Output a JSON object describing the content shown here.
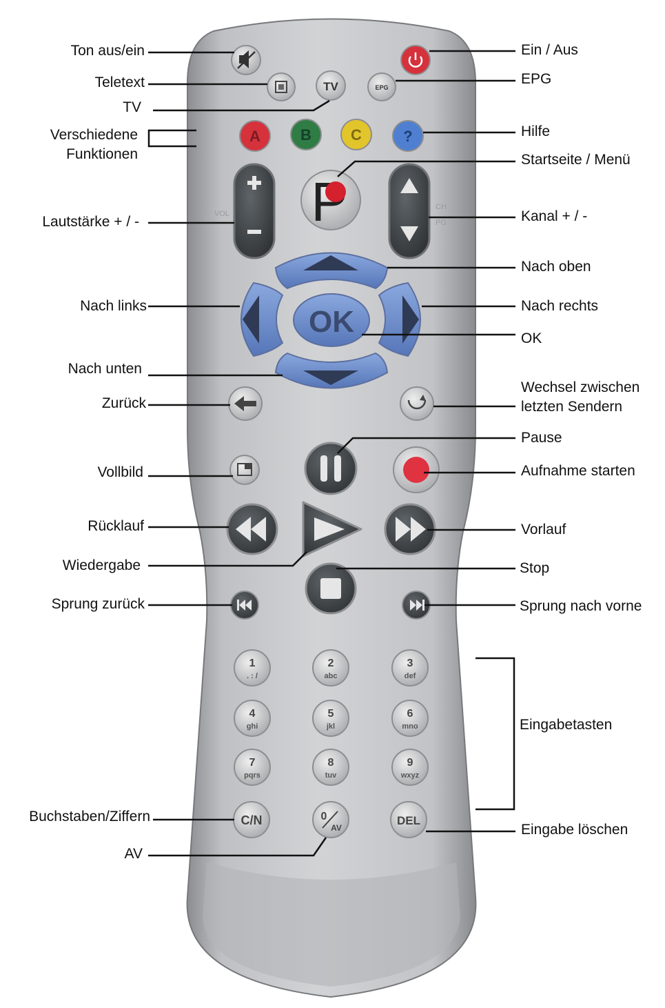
{
  "labels_left": {
    "mute": "Ton aus/ein",
    "teletext": "Teletext",
    "tv": "TV",
    "various_1": "Verschiedene",
    "various_2": "Funktionen",
    "volume": "Lautstärke + / -",
    "left": "Nach links",
    "down": "Nach unten",
    "back": "Zurück",
    "fullscreen": "Vollbild",
    "rewind": "Rücklauf",
    "play": "Wiedergabe",
    "skip_back": "Sprung zurück",
    "letters_digits": "Buchstaben/Ziffern",
    "av": "AV"
  },
  "labels_right": {
    "power": "Ein / Aus",
    "epg": "EPG",
    "help": "Hilfe",
    "home_menu": "Startseite / Menü",
    "channel": "Kanal + / -",
    "up": "Nach oben",
    "right": "Nach rechts",
    "ok": "OK",
    "last_channel_1": "Wechsel zwischen",
    "last_channel_2": "letzten Sendern",
    "pause": "Pause",
    "record": "Aufnahme starten",
    "forward": "Vorlauf",
    "stop": "Stop",
    "skip_forward": "Sprung nach vorne",
    "input_keys": "Eingabetasten",
    "delete_input": "Eingabe löschen"
  },
  "remote": {
    "tv_button": "TV",
    "epg_button": "EPG",
    "color_buttons": [
      "A",
      "B",
      "C",
      "?"
    ],
    "logo_letter": "P",
    "vol_text": "VOL",
    "ch_text": "CH",
    "pg_text": "PG",
    "ok_button": "OK",
    "digits": [
      {
        "num": "1",
        "sub": ". : /"
      },
      {
        "num": "2",
        "sub": "abc"
      },
      {
        "num": "3",
        "sub": "def"
      },
      {
        "num": "4",
        "sub": "ghi"
      },
      {
        "num": "5",
        "sub": "jkl"
      },
      {
        "num": "6",
        "sub": "mno"
      },
      {
        "num": "7",
        "sub": "pqrs"
      },
      {
        "num": "8",
        "sub": "tuv"
      },
      {
        "num": "9",
        "sub": "wxyz"
      }
    ],
    "cn_button": "C/N",
    "av_button_top": "0",
    "av_button_bottom": "AV",
    "del_button": "DEL"
  },
  "colors": {
    "body": "#c7c8ca",
    "dark_button": "#3f4447",
    "blue_button": "#6d8fcf",
    "red": "#d5323c",
    "green": "#2f7d45",
    "yellow": "#e2c52b",
    "blue": "#4f7fd0"
  }
}
